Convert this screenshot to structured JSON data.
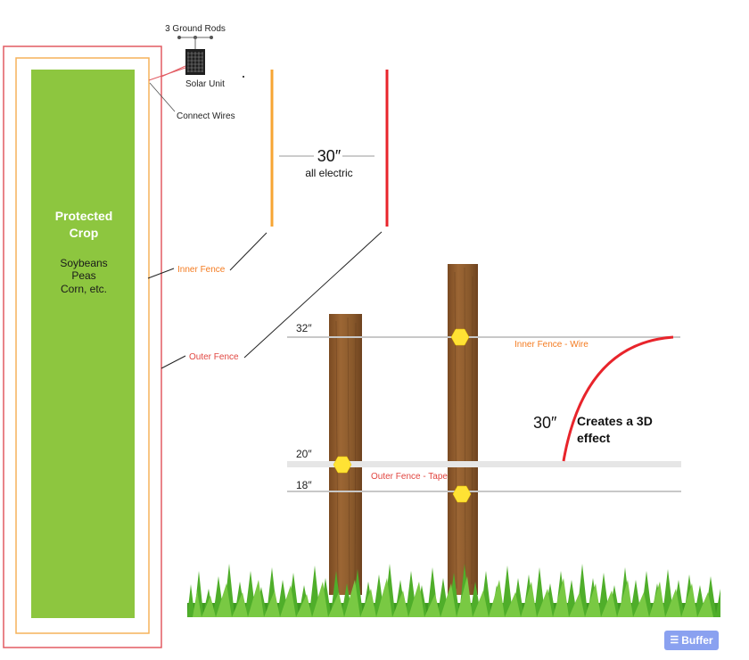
{
  "colors": {
    "crop_green": "#8dc63f",
    "inner_fence": "#f7a533",
    "outer_fence": "#e8242b",
    "outer_fence_label": "#e14640",
    "inner_fence_label": "#f47b20",
    "post_wood": "#8b5a2b",
    "wire_gray": "#c8c8c8",
    "tape_gray": "#e6e6e6",
    "insulator": "#ffe234",
    "grass": "#4fae2a",
    "buffer_button": "#8aa1f0"
  },
  "top_view": {
    "crop_title_line1": "Protected",
    "crop_title_line2": "Crop",
    "crop_items": [
      "Soybeans",
      "Peas",
      "Corn, etc."
    ],
    "ground_rods_label": "3 Ground Rods",
    "solar_unit_label": "Solar Unit",
    "connect_wires_label": "Connect Wires",
    "inner_fence_label": "Inner Fence",
    "outer_fence_label": "Outer Fence"
  },
  "fence_spacing": {
    "distance": "30″",
    "description": "all electric"
  },
  "side_view": {
    "heights": [
      "32″",
      "20″",
      "18″"
    ],
    "inner_wire_label": "Inner Fence - Wire",
    "outer_tape_label": "Outer Fence - Tape",
    "arc_distance": "30″",
    "effect_line1": "Creates a 3D",
    "effect_line2": "effect"
  },
  "buffer_button": {
    "label": "Buffer",
    "icon": "stack-layers-icon"
  }
}
